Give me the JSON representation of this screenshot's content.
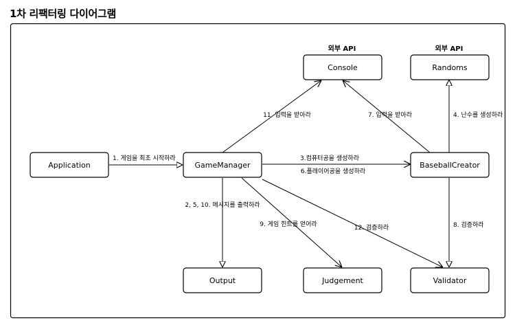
{
  "title": "1차 리팩터링 다이어그램",
  "group_labels": {
    "console_group": "외부 API",
    "randoms_group": "외부 API"
  },
  "nodes": {
    "application": "Application",
    "gamemanager": "GameManager",
    "baseballcreator": "BaseballCreator",
    "console": "Console",
    "randoms": "Randoms",
    "output": "Output",
    "judgement": "Judgement",
    "validator": "Validator"
  },
  "edges": {
    "start_game": "1. 게임을 최초 시작하라",
    "create_computer": "3.컴퓨터공을 생성하라",
    "create_player": "6.플레이어공을 생성하라",
    "input_gm": "11. 입력을 받아라",
    "input_bc": "7. 입력을 받아라",
    "random_number": "4. 난수를 생성하라",
    "print_message": "2, 5, 10. 메시지를 출력하라",
    "get_hint": "9. 게임 힌트를 얻어라",
    "validate_gm": "12. 검증하라",
    "validate_bc": "8. 검증하라"
  }
}
